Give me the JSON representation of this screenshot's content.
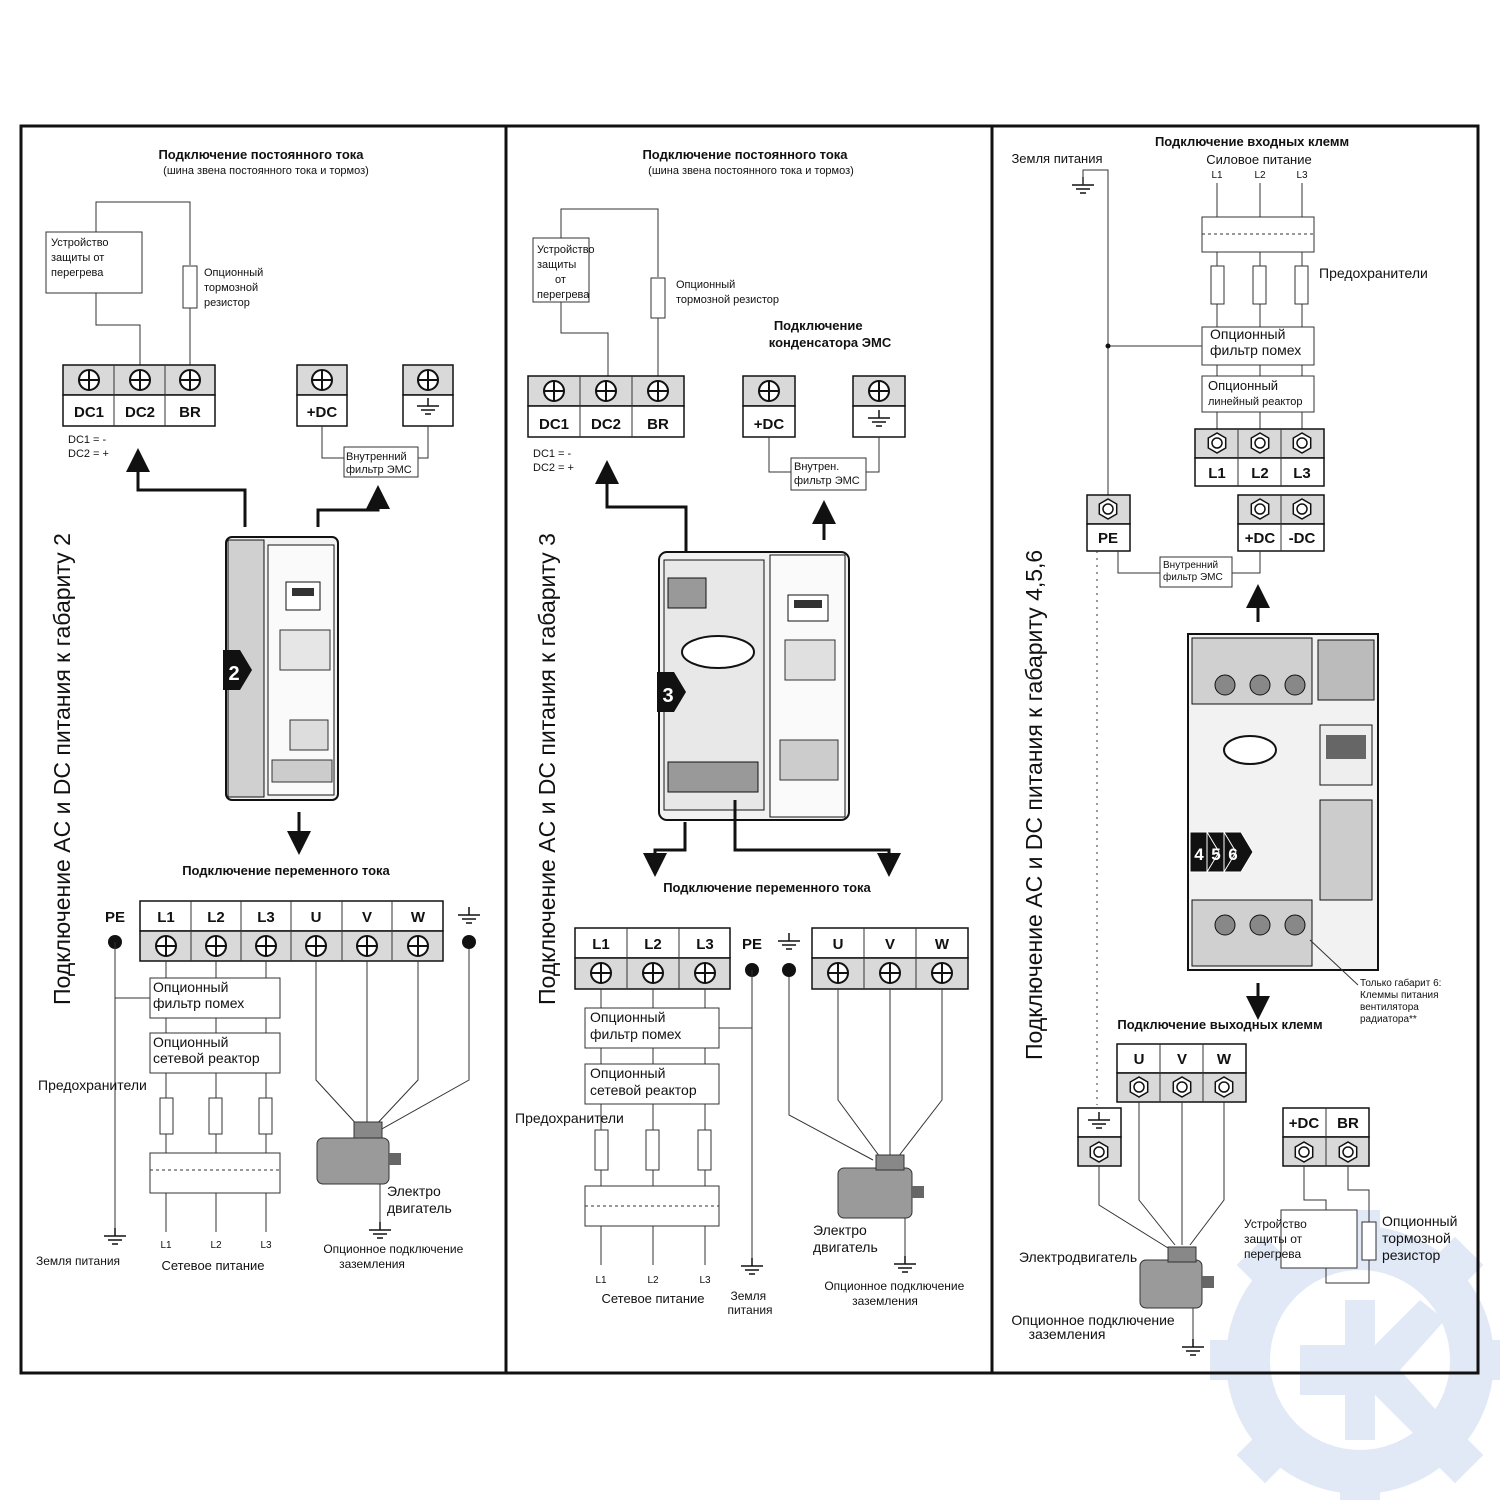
{
  "panel1": {
    "dc_title": "Подключение постоянного тока",
    "dc_subtitle": "(шина звена постоянного тока и тормоз)",
    "overheat": [
      "Устройство",
      "защиты от",
      "перегрева"
    ],
    "brake_resistor": [
      "Опционный",
      "тормозной",
      "резистор"
    ],
    "dc_terminals": [
      "DC1",
      "DC2",
      "BR"
    ],
    "dc_notes": [
      "DC1 = -",
      "DC2 = +"
    ],
    "dc_plus": "+DC",
    "emc_filter": [
      "Внутренний",
      "фильтр ЭМС"
    ],
    "vertical_title": "Подключение AC и DC питания к габариту 2",
    "drive_badge": "2",
    "ac_title": "Подключение переменного тока",
    "pe": "PE",
    "ac_terminals": [
      "L1",
      "L2",
      "L3",
      "U",
      "V",
      "W"
    ],
    "noise_filter": [
      "Опционный",
      "фильтр помех"
    ],
    "line_reactor": [
      "Опционный",
      "сетевой реактор"
    ],
    "fuses": "Предохранители",
    "motor": [
      "Электро",
      "двигатель"
    ],
    "ground_supply": "Земля питания",
    "lines": [
      "L1",
      "L2",
      "L3"
    ],
    "mains": "Сетевое питание",
    "opt_ground": [
      "Опционное подключение",
      "заземления"
    ]
  },
  "panel2": {
    "dc_title": "Подключение постоянного тока",
    "dc_subtitle": "(шина звена постоянного тока и тормоз)",
    "overheat": [
      "Устройство",
      "защиты",
      "от",
      "перегрева"
    ],
    "brake_resistor": [
      "Опционный",
      "тормозной резистор"
    ],
    "emc_cap_title": [
      "Подключение",
      "конденсатора ЭМС"
    ],
    "dc_terminals": [
      "DC1",
      "DC2",
      "BR"
    ],
    "dc_notes": [
      "DC1 = -",
      "DC2 = +"
    ],
    "dc_plus": "+DC",
    "emc_filter": [
      "Внутрен.",
      "фильтр ЭМС"
    ],
    "vertical_title": "Подключение AC и DC питания к габариту 3",
    "drive_badge": "3",
    "ac_title": "Подключение переменного тока",
    "line_terminals": [
      "L1",
      "L2",
      "L3"
    ],
    "pe": "PE",
    "motor_terminals": [
      "U",
      "V",
      "W"
    ],
    "noise_filter": [
      "Опционный",
      "фильтр помех"
    ],
    "line_reactor": [
      "Опционный",
      "сетевой реактор"
    ],
    "fuses": "Предохранители",
    "motor": [
      "Электро",
      "двигатель"
    ],
    "lines": [
      "L1",
      "L2",
      "L3"
    ],
    "mains": "Сетевое питание",
    "ground_supply": [
      "Земля",
      "питания"
    ],
    "opt_ground": [
      "Опционное подключение",
      "заземления"
    ]
  },
  "panel3": {
    "input_title": "Подключение входных клемм",
    "ground_supply": "Земля питания",
    "power_supply": "Силовое питание",
    "lines": [
      "L1",
      "L2",
      "L3"
    ],
    "fuses": "Предохранители",
    "noise_filter": [
      "Опционный",
      "фильтр помех"
    ],
    "line_reactor": [
      "Опционный",
      "линейный реактор"
    ],
    "line_terminals": [
      "L1",
      "L2",
      "L3"
    ],
    "pe": "PE",
    "dc_terminals": [
      "+DC",
      "-DC"
    ],
    "emc_filter": [
      "Внутренний",
      "фильтр ЭМС"
    ],
    "vertical_title": "Подключение AC и DC питания к габариту 4,5,6",
    "drive_badges": [
      "4",
      "5",
      "6"
    ],
    "fan_note": [
      "Только габарит 6:",
      "Клеммы питания",
      "вентилятора",
      "радиатора**"
    ],
    "output_title": "Подключение выходных клемм",
    "motor_terminals": [
      "U",
      "V",
      "W"
    ],
    "brake_terminals": [
      "+DC",
      "BR"
    ],
    "overheat": [
      "Устройство",
      "защиты от",
      "перегрева"
    ],
    "brake_resistor": [
      "Опционный",
      "тормозной",
      "резистор"
    ],
    "motor": "Электродвигатель",
    "opt_ground": [
      "Опционное  подключение",
      "заземления"
    ]
  },
  "watermark": {
    "color": "#c9d7f0"
  }
}
